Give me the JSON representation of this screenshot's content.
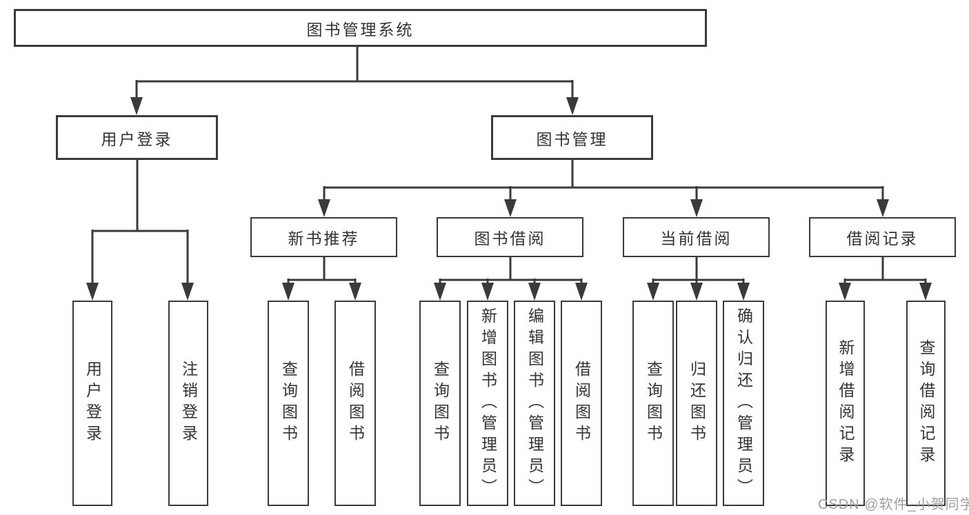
{
  "diagram": {
    "root": "图书管理系统",
    "user_login_branch": {
      "label": "用户登录",
      "children": [
        "用户登录",
        "注销登录"
      ]
    },
    "book_mgmt_branch": {
      "label": "图书管理",
      "sections": [
        {
          "label": "新书推荐",
          "children": [
            "查询图书",
            "借阅图书"
          ]
        },
        {
          "label": "图书借阅",
          "children": [
            "查询图书",
            "新增图书（管理员）",
            "编辑图书（管理员）",
            "借阅图书"
          ]
        },
        {
          "label": "当前借阅",
          "children": [
            "查询图书",
            "归还图书",
            "确认归还（管理员）"
          ]
        },
        {
          "label": "借阅记录",
          "children": [
            "新增借阅记录",
            "查询借阅记录"
          ]
        }
      ]
    }
  },
  "colors": {
    "line": "#3a3a3a",
    "text": "#333333",
    "watermark": "#9e9e9e",
    "background": "#ffffff"
  },
  "watermark": "CSDN @软件_小贺同学"
}
